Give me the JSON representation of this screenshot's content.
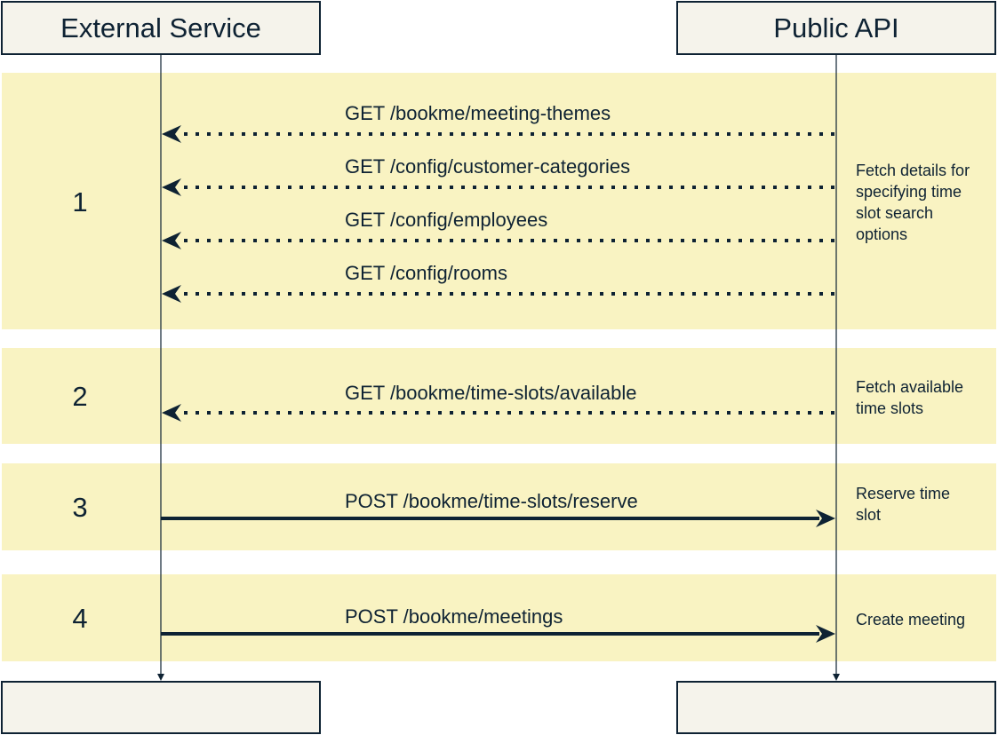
{
  "actors": {
    "left": "External Service",
    "right": "Public API"
  },
  "steps": [
    {
      "number": "1",
      "note": "Fetch details for specifying time slot search options",
      "messages": [
        {
          "label": "GET /bookme/meeting-themes",
          "direction": "right-to-left",
          "style": "dotted"
        },
        {
          "label": "GET /config/customer-categories",
          "direction": "right-to-left",
          "style": "dotted"
        },
        {
          "label": "GET /config/employees",
          "direction": "right-to-left",
          "style": "dotted"
        },
        {
          "label": "GET /config/rooms",
          "direction": "right-to-left",
          "style": "dotted"
        }
      ]
    },
    {
      "number": "2",
      "note": "Fetch available time slots",
      "messages": [
        {
          "label": "GET /bookme/time-slots/available",
          "direction": "right-to-left",
          "style": "dotted"
        }
      ]
    },
    {
      "number": "3",
      "note": "Reserve time slot",
      "messages": [
        {
          "label": "POST /bookme/time-slots/reserve",
          "direction": "left-to-right",
          "style": "solid"
        }
      ]
    },
    {
      "number": "4",
      "note": "Create meeting",
      "messages": [
        {
          "label": "POST /bookme/meetings",
          "direction": "left-to-right",
          "style": "solid"
        }
      ]
    }
  ],
  "colors": {
    "band": "#f9f3c2",
    "actor_fill": "#f5f3eb",
    "stroke": "#0e2233"
  }
}
